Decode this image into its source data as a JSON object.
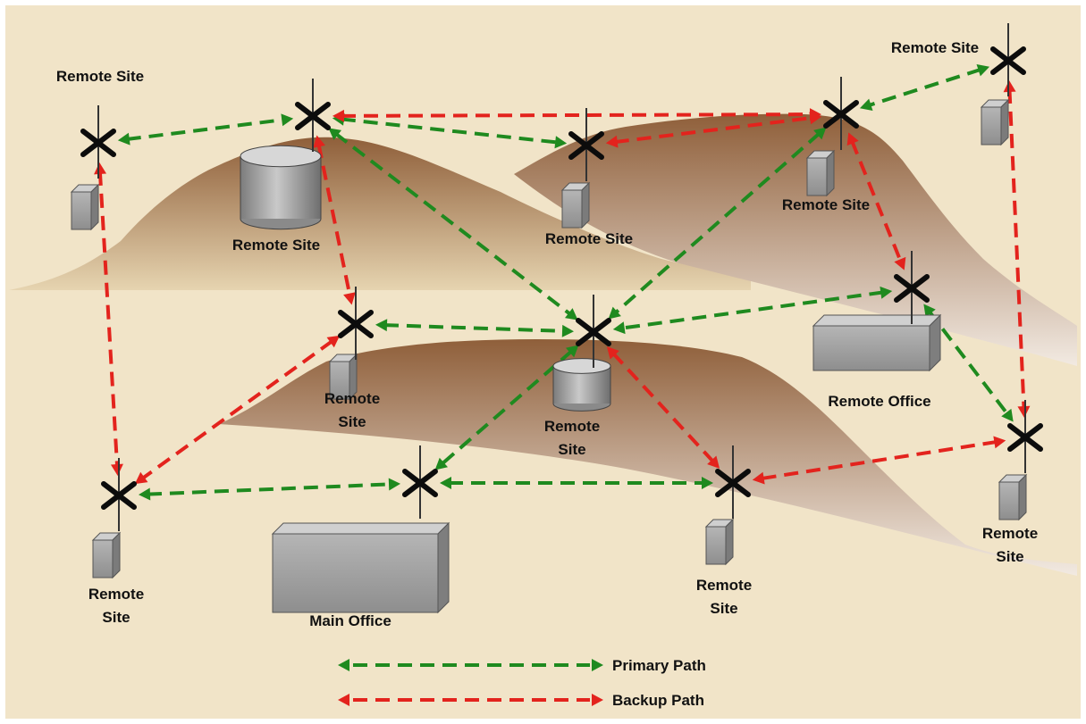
{
  "colors": {
    "background": "#f1e4c8",
    "primary_path": "#1f8a1f",
    "backup_path": "#e3231d",
    "antenna_x": "#0c0c0c",
    "equipment": "#a7a7a7",
    "hill_top": "#8f5f3a",
    "hill_base": "#f2eae2"
  },
  "legend": {
    "primary_label": "Primary Path",
    "backup_label": "Backup Path"
  },
  "sites": [
    {
      "id": "s1",
      "kind": "cabinet",
      "lines": [
        "Remote Site"
      ]
    },
    {
      "id": "s2",
      "kind": "tank",
      "lines": [
        "Remote Site"
      ]
    },
    {
      "id": "s3",
      "kind": "cabinet",
      "lines": [
        "Remote Site"
      ]
    },
    {
      "id": "s4",
      "kind": "cabinet",
      "lines": [
        "Remote Site"
      ]
    },
    {
      "id": "s5",
      "kind": "cabinet",
      "lines": [
        "Remote Site"
      ]
    },
    {
      "id": "s6",
      "kind": "cabinet",
      "lines": [
        "Remote",
        "Site"
      ]
    },
    {
      "id": "s7",
      "kind": "tank",
      "lines": [
        "Remote",
        "Site"
      ]
    },
    {
      "id": "s8",
      "kind": "building",
      "lines": [
        "Remote Office"
      ]
    },
    {
      "id": "s9",
      "kind": "cabinet",
      "lines": [
        "Remote",
        "Site"
      ]
    },
    {
      "id": "s10",
      "kind": "building",
      "lines": [
        "Main Office"
      ]
    },
    {
      "id": "s11",
      "kind": "cabinet",
      "lines": [
        "Remote",
        "Site"
      ]
    },
    {
      "id": "s12",
      "kind": "cabinet",
      "lines": [
        "Remote",
        "Site"
      ]
    }
  ],
  "links": [
    {
      "type": "primary",
      "from": "s1",
      "to": "s2"
    },
    {
      "type": "primary",
      "from": "s2",
      "to": "s3"
    },
    {
      "type": "primary",
      "from": "s2",
      "to": "s7"
    },
    {
      "type": "primary",
      "from": "s4",
      "to": "s7"
    },
    {
      "type": "primary",
      "from": "s5",
      "to": "s4"
    },
    {
      "type": "primary",
      "from": "s6",
      "to": "s7"
    },
    {
      "type": "primary",
      "from": "s8",
      "to": "s7"
    },
    {
      "type": "primary",
      "from": "s8",
      "to": "s12"
    },
    {
      "type": "primary",
      "from": "s7",
      "to": "s10"
    },
    {
      "type": "primary",
      "from": "s9",
      "to": "s10"
    },
    {
      "type": "primary",
      "from": "s10",
      "to": "s11"
    },
    {
      "type": "backup",
      "from": "s2",
      "to": "s4"
    },
    {
      "type": "backup",
      "from": "s3",
      "to": "s4"
    },
    {
      "type": "backup",
      "from": "s1",
      "to": "s9"
    },
    {
      "type": "backup",
      "from": "s2",
      "to": "s6"
    },
    {
      "type": "backup",
      "from": "s4",
      "to": "s8"
    },
    {
      "type": "backup",
      "from": "s5",
      "to": "s12"
    },
    {
      "type": "backup",
      "from": "s6",
      "to": "s9"
    },
    {
      "type": "backup",
      "from": "s7",
      "to": "s11"
    },
    {
      "type": "backup",
      "from": "s12",
      "to": "s11"
    }
  ]
}
